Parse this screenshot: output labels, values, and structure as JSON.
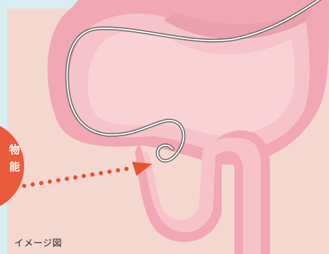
{
  "caption": "イメージ図",
  "callout": {
    "line1": "物",
    "line2": "能"
  },
  "colors": {
    "background": "#d9eef2",
    "tissue_outer": "#f2a7b5",
    "tissue_inner": "#f6c3ca",
    "lumen": "#e9a4ab",
    "arrow": "#e8532f",
    "callout": "#ea5b3e",
    "wire": "#666666"
  }
}
